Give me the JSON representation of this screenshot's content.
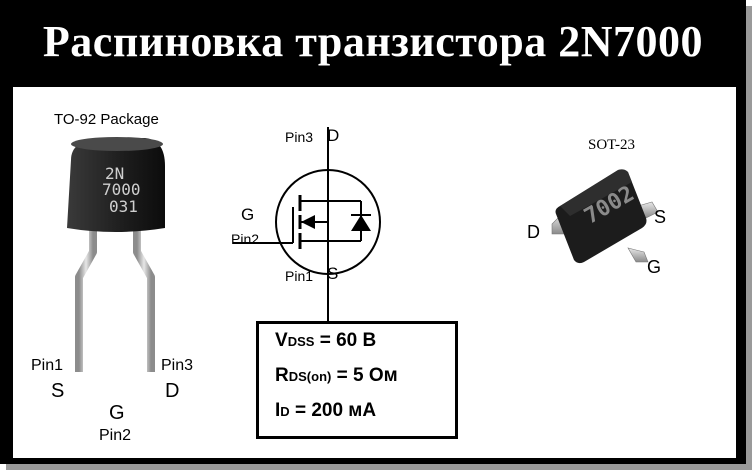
{
  "title": "Распиновка транзистора 2N7000",
  "to92": {
    "package_label": "TO-92 Package",
    "marking": [
      "2N",
      "7000",
      "031"
    ],
    "pins": [
      {
        "name": "Pin1",
        "letter": "S"
      },
      {
        "name": "Pin2",
        "letter": "G"
      },
      {
        "name": "Pin3",
        "letter": "D"
      }
    ]
  },
  "symbol": {
    "drain_pin": "Pin3",
    "drain_letter": "D",
    "gate_pin": "Pin2",
    "gate_letter": "G",
    "source_pin": "Pin1",
    "source_letter": "S"
  },
  "sot23": {
    "package_label": "SOT-23",
    "marking": "7002",
    "pin_d": "D",
    "pin_s": "S",
    "pin_g": "G"
  },
  "specs": {
    "vdss": {
      "main": "V",
      "sub": "DSS",
      "value": " = 60 В"
    },
    "rds": {
      "main": "R",
      "sub": "DS(on)",
      "value": " = 5 Ом"
    },
    "id": {
      "main": "I",
      "sub": "D",
      "value": " = 200 мА"
    }
  },
  "colors": {
    "frame": "#000000",
    "panel": "#ffffff",
    "body": "#1c1c1c",
    "lead": "#bdbdbd"
  }
}
